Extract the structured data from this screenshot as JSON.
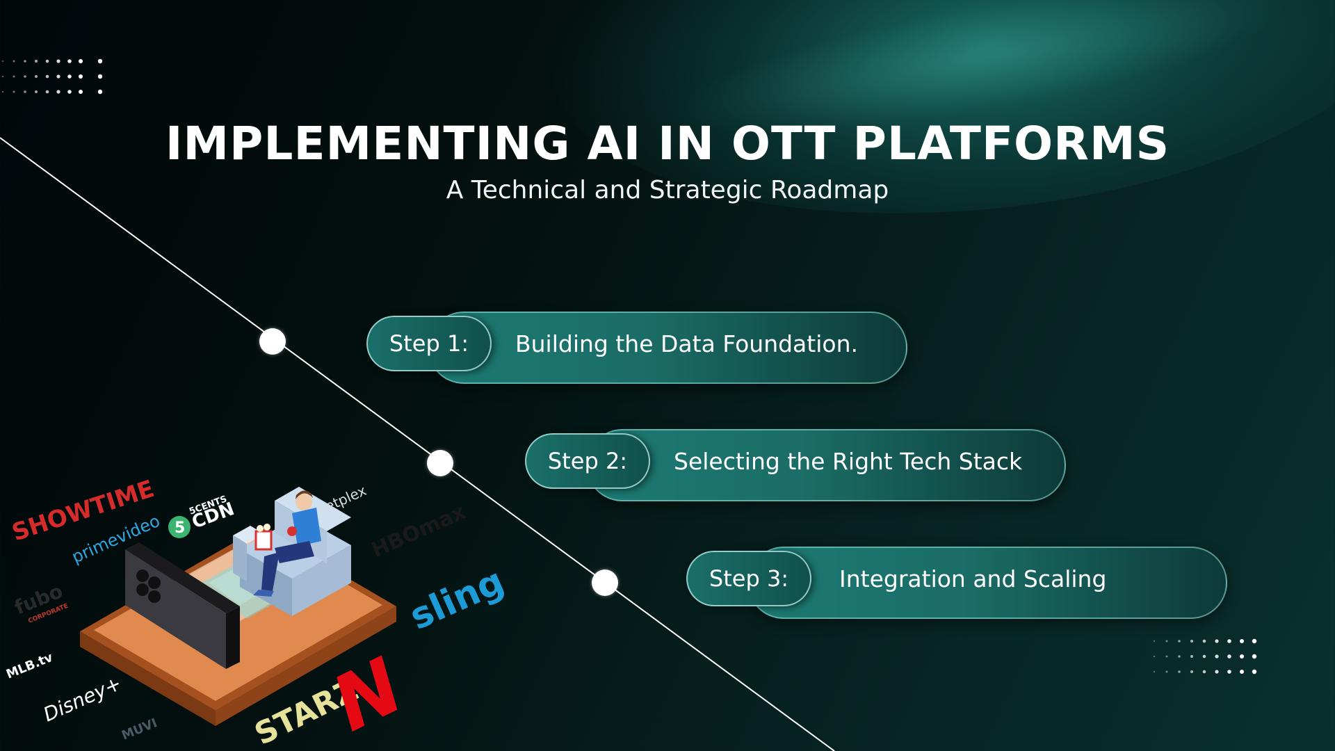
{
  "header": {
    "title": "IMPLEMENTING AI IN OTT PLATFORMS",
    "subtitle": "A Technical and Strategic Roadmap"
  },
  "steps": [
    {
      "label": "Step 1:",
      "text": "Building the Data Foundation."
    },
    {
      "label": "Step 2:",
      "text": "Selecting the Right Tech Stack"
    },
    {
      "label": "Step 3:",
      "text": "Integration and Scaling"
    }
  ],
  "brands": {
    "showtime": "SHOWTIME",
    "fivecents_top": "5CENTS",
    "fivecents_bottom": "CDN",
    "fivecents_badge": "5",
    "setplex": "setplex",
    "prime": "primevideo",
    "hbomax": "HBOmax",
    "fubo": "fubo",
    "fubo_sub": "CORPORATE",
    "sling": "sling",
    "mlbtv": "MLB.tv",
    "disney": "Disney+",
    "muvi": "MUVI",
    "starz": "STARZ",
    "netflix": "N"
  },
  "colors": {
    "accent_teal": "#1c7a73",
    "background_dark": "#02070a",
    "platform_orange": "#d9733a"
  }
}
